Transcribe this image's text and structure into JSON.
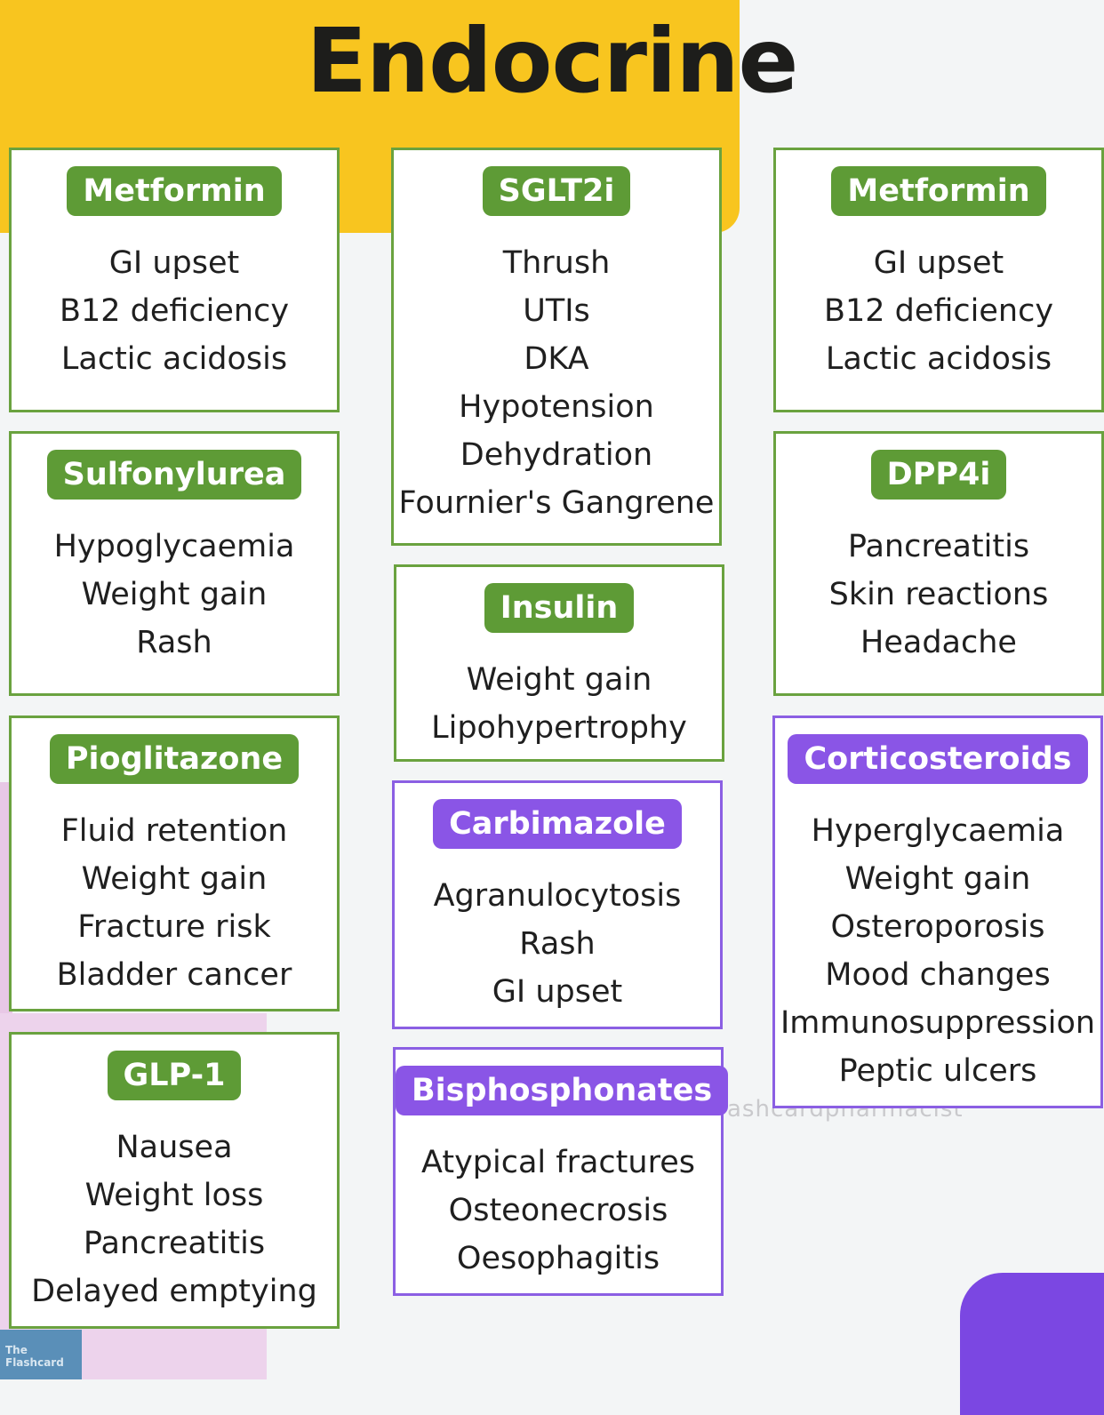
{
  "title": "Endocrine",
  "watermark": "ashcardpharmacist",
  "corner_logo": "The Flashcard",
  "cards": [
    {
      "label": "Metformin",
      "color": "#5e9b36",
      "items": [
        "GI upset",
        "B12 deficiency",
        "Lactic acidosis"
      ]
    },
    {
      "label": "SGLT2i",
      "color": "#5e9b36",
      "items": [
        "Thrush",
        "UTIs",
        "DKA",
        "Hypotension",
        "Dehydration",
        "Fournier's Gangrene"
      ]
    },
    {
      "label": "Metformin",
      "color": "#5e9b36",
      "items": [
        "GI upset",
        "B12 deficiency",
        "Lactic acidosis"
      ]
    },
    {
      "label": "Sulfonylurea",
      "color": "#5e9b36",
      "items": [
        "Hypoglycaemia",
        "Weight gain",
        "Rash"
      ]
    },
    {
      "label": "DPP4i",
      "color": "#5e9b36",
      "items": [
        "Pancreatitis",
        "Skin reactions",
        "Headache"
      ]
    },
    {
      "label": "Insulin",
      "color": "#5e9b36",
      "items": [
        "Weight gain",
        "Lipohypertrophy"
      ]
    },
    {
      "label": "Pioglitazone",
      "color": "#5e9b36",
      "items": [
        "Fluid retention",
        "Weight gain",
        "Fracture risk",
        "Bladder cancer"
      ]
    },
    {
      "label": "Carbimazole",
      "color": "#8a55e6",
      "items": [
        "Agranulocytosis",
        "Rash",
        "GI upset"
      ]
    },
    {
      "label": "Corticosteroids",
      "color": "#8a55e6",
      "items": [
        "Hyperglycaemia",
        "Weight gain",
        "Osteroporosis",
        "Mood changes",
        "Immunosuppression",
        "Peptic ulcers"
      ]
    },
    {
      "label": "GLP-1",
      "color": "#5e9b36",
      "items": [
        "Nausea",
        "Weight loss",
        "Pancreatitis",
        "Delayed emptying"
      ]
    },
    {
      "label": "Bisphosphonates",
      "color": "#8a55e6",
      "items": [
        "Atypical fractures",
        "Osteonecrosis",
        "Oesophagitis"
      ]
    }
  ]
}
